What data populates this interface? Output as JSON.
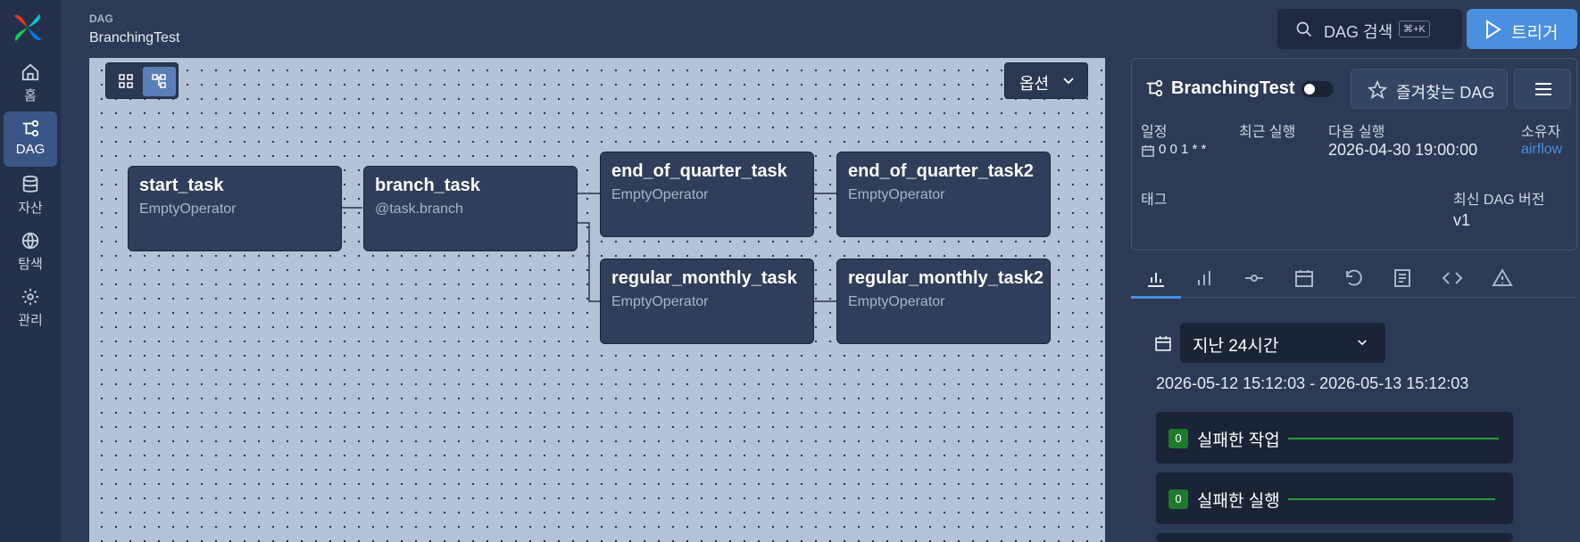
{
  "header": {
    "section": "DAG",
    "title": "BranchingTest"
  },
  "nav": [
    {
      "label": "홈",
      "icon": "home-icon"
    },
    {
      "label": "DAG",
      "icon": "dag-icon"
    },
    {
      "label": "자산",
      "icon": "database-icon"
    },
    {
      "label": "탐색",
      "icon": "globe-icon"
    },
    {
      "label": "관리",
      "icon": "gear-icon"
    }
  ],
  "search": {
    "label": "DAG 검색",
    "shortcut": "⌘+K"
  },
  "trigger": {
    "label": "트리거"
  },
  "graph": {
    "options_label": "옵션",
    "nodes": [
      {
        "name": "start_task",
        "op": "EmptyOperator"
      },
      {
        "name": "branch_task",
        "op": "@task.branch"
      },
      {
        "name": "end_of_quarter_task",
        "op": "EmptyOperator"
      },
      {
        "name": "end_of_quarter_task2",
        "op": "EmptyOperator"
      },
      {
        "name": "regular_monthly_task",
        "op": "EmptyOperator"
      },
      {
        "name": "regular_monthly_task2",
        "op": "EmptyOperator"
      }
    ]
  },
  "details": {
    "dag_name": "BranchingTest",
    "favorite_label": "즐겨찾는 DAG",
    "schedule_label": "일정",
    "schedule_value": "0 0 1 * *",
    "latest_run_label": "최근 실행",
    "next_run_label": "다음 실행",
    "next_run_value": "2026-04-30 19:00:00",
    "owner_label": "소유자",
    "owner_value": "airflow",
    "tags_label": "태그",
    "version_label": "최신 DAG 버전",
    "version_value": "v1"
  },
  "overview": {
    "range_label": "지난 24시간",
    "range_text": "2026-05-12 15:12:03 - 2026-05-13 15:12:03",
    "cards": [
      {
        "count": "0",
        "label": "실패한 작업"
      },
      {
        "count": "0",
        "label": "실패한 실행"
      }
    ]
  },
  "colors": {
    "accent": "#4a8fe0",
    "success": "#2e9a3e"
  }
}
